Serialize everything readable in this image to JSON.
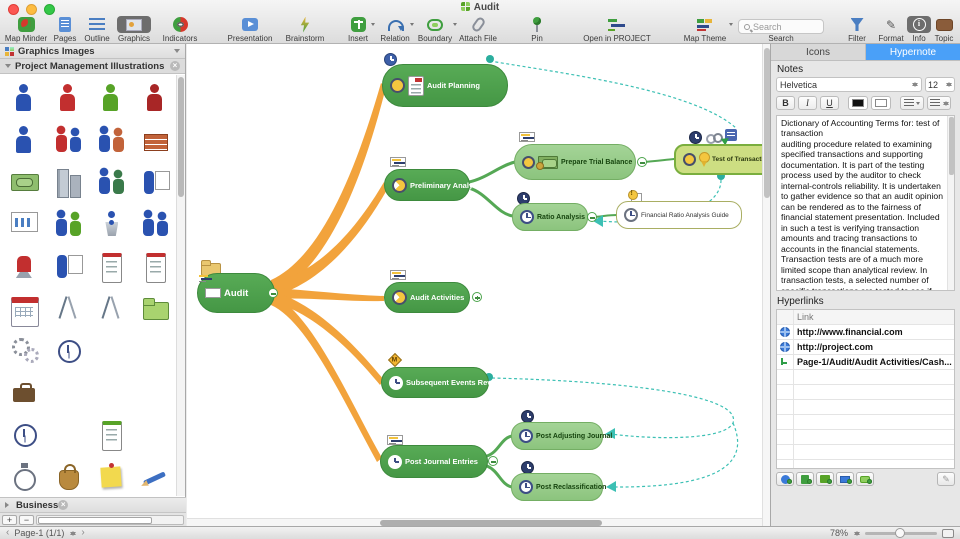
{
  "window": {
    "title": "Audit"
  },
  "toolbar": {
    "items": [
      {
        "label": "Map Minder"
      },
      {
        "label": "Pages"
      },
      {
        "label": "Outline"
      },
      {
        "label": "Graphics"
      },
      {
        "label": "Indicators"
      },
      {
        "label": "Presentation"
      },
      {
        "label": "Brainstorm"
      },
      {
        "label": "Insert"
      },
      {
        "label": "Relation"
      },
      {
        "label": "Boundary"
      },
      {
        "label": "Attach File"
      },
      {
        "label": "Pin"
      },
      {
        "label": "Open in PROJECT"
      },
      {
        "label": "Map Theme"
      },
      {
        "label": "Search"
      },
      {
        "label": "Filter"
      },
      {
        "label": "Format"
      },
      {
        "label": "Info"
      },
      {
        "label": "Topic"
      }
    ],
    "search_placeholder": "Search"
  },
  "sidebar": {
    "panel_title": "Graphics Images",
    "section_title": "Project Management Illustrations",
    "bottom_section_title": "Business",
    "items": [
      {
        "name": "businessman",
        "glyph": "person",
        "c": "#2a52b0"
      },
      {
        "name": "repairman",
        "glyph": "person",
        "c": "#c22f2f"
      },
      {
        "name": "happy-man",
        "glyph": "person",
        "c": "#57a327"
      },
      {
        "name": "man-carrying",
        "glyph": "person",
        "c": "#a82626"
      },
      {
        "name": "climbing-man",
        "glyph": "person",
        "c": "#2a52b0"
      },
      {
        "name": "team-leader",
        "glyph": "people",
        "c": "#c22f2f",
        "c2": "#2a52b0"
      },
      {
        "name": "workers-bricks",
        "glyph": "people",
        "c": "#2a52b0",
        "c2": "#c2633a"
      },
      {
        "name": "brick-wall",
        "glyph": "bricks",
        "c": "#c2633a"
      },
      {
        "name": "money-stack",
        "glyph": "money",
        "c": "#4e8c3a"
      },
      {
        "name": "office-buildings",
        "glyph": "building",
        "c": "#99a2ad"
      },
      {
        "name": "handshake-deal",
        "glyph": "people",
        "c": "#2a52b0",
        "c2": "#3a7a4a"
      },
      {
        "name": "presentation-chart",
        "glyph": "report",
        "c": "#2a52b0"
      },
      {
        "name": "whiteboard-graph",
        "glyph": "chart",
        "c": "#4a7ec2"
      },
      {
        "name": "protest-group",
        "glyph": "people",
        "c": "#2a52b0",
        "c2": "#57a327"
      },
      {
        "name": "speaker-podium",
        "glyph": "podium",
        "c": "#2a52b0"
      },
      {
        "name": "people-talking",
        "glyph": "people",
        "c": "#2a52b0",
        "c2": "#2a52b0"
      },
      {
        "name": "office-chair",
        "glyph": "chair",
        "c": "#c22f2f"
      },
      {
        "name": "report-holder",
        "glyph": "report",
        "c": "#2a52b0"
      },
      {
        "name": "checklist-board",
        "glyph": "checklist",
        "c": "#c22f2f"
      },
      {
        "name": "todo-list",
        "glyph": "checklist",
        "c": "#c22f2f"
      },
      {
        "name": "calendar",
        "glyph": "calendar",
        "c": "#c22f2f"
      },
      {
        "name": "compass-schedule",
        "glyph": "compass",
        "c": "#667788"
      },
      {
        "name": "drafting-compass",
        "glyph": "compass",
        "c": "#667788"
      },
      {
        "name": "project-folders",
        "glyph": "folder",
        "c": "#7cb24e"
      },
      {
        "name": "gears-growth-chart",
        "glyph": "gears",
        "c": "#8a8f99"
      },
      {
        "name": "alarm-clock-plan",
        "glyph": "clockface",
        "c": "#3d4e85"
      },
      {
        "name": "progress-bars",
        "glyph": "gantt",
        "c": "#4c8c3c"
      },
      {
        "name": "progress-bars-2",
        "glyph": "gantt",
        "c": "#2e4a8c"
      },
      {
        "name": "briefcase-schedule",
        "glyph": "briefcase",
        "c": "#6d4f2f"
      },
      {
        "name": "gantt-chart",
        "glyph": "gantt",
        "c": "#4c8c3c"
      },
      {
        "name": "gantt-chart-2",
        "glyph": "gantt",
        "c": "#4c8c3c"
      },
      {
        "name": "gantt-chart-dark",
        "glyph": "gantt",
        "c": "#2e4a8c"
      },
      {
        "name": "gantt-clock",
        "glyph": "clockface",
        "c": "#3d4e85"
      },
      {
        "name": "gantt-chart-3",
        "glyph": "gantt",
        "c": "#4c8c3c"
      },
      {
        "name": "green-checklist",
        "glyph": "checklist",
        "c": "#57a327"
      },
      {
        "name": "gantt-chart-4",
        "glyph": "gantt",
        "c": "#8a8f99"
      },
      {
        "name": "stopwatch",
        "glyph": "stopwatch",
        "c": "#6b7280"
      },
      {
        "name": "money-bag",
        "glyph": "bag",
        "c": "#b98a3e"
      },
      {
        "name": "sticky-note-pin",
        "glyph": "note",
        "c": "#f2d94e"
      },
      {
        "name": "pencil-document",
        "glyph": "pencil",
        "c": "#3d6fc2"
      }
    ]
  },
  "map": {
    "center": "Audit",
    "nodes": {
      "planning": "Audit Planning",
      "preliminary": "Preliminary Analysis",
      "trial": "Prepare Trial Balance",
      "ratio": "Ratio Analysis",
      "tot": "Test of Transactions",
      "guide": "Financial Ratio Analysis Guide",
      "activities": "Audit Activities",
      "subsequent": "Subsequent Events Review",
      "journal": "Post Journal Entries",
      "adjusting": "Post Adjusting Journal",
      "reclass": "Post Reclassification"
    },
    "indicator_m": "M"
  },
  "panel": {
    "tabs": [
      {
        "label": "Icons"
      },
      {
        "label": "Hypernote"
      }
    ],
    "notes_label": "Notes",
    "font_name": "Helvetica",
    "font_size": "12",
    "bold": "B",
    "italic": "I",
    "underline": "U",
    "notes_text": "Dictionary of Accounting Terms for: test of transaction\nauditing procedure related to examining specified transactions and supporting documentation. It is part of the testing process used by the auditor to check internal-controls reliability. It is undertaken to gather evidence so that an audit opinion can be rendered as to the fairness of financial statement presentation. Included in such a test is verifying transaction amounts and tracing transactions to accounts in the financial statements. Transaction tests are of a much more limited scope than analytical review. In transaction tests, a selected number of specific transactions are tested to see if controls are performing properly. A resulting error rate for complying with the procedures is established. Based on the rate of error, auditors determine if they can rely on the information developed from posting or recording transactions. The test helps",
    "hyperlinks_label": "Hyperlinks",
    "link_column": "Link",
    "links": [
      {
        "type": "web",
        "text": "http://www.financial.com"
      },
      {
        "type": "web",
        "text": "http://project.com"
      },
      {
        "type": "topic",
        "text": "Page-1/Audit/Audit Activities/Cash..."
      }
    ]
  },
  "statusbar": {
    "page_label": "Page-1 (1/1)",
    "zoom_label": "78%"
  },
  "colors": {
    "topic_green": "#4CA24C",
    "subtopic_green": "#9ACD8E",
    "highlight_green": "#CDDC82",
    "branch_orange": "#F2A33C",
    "relation_teal": "#3CC0B4",
    "hypernote_tab_blue": "#4AA0F8"
  }
}
